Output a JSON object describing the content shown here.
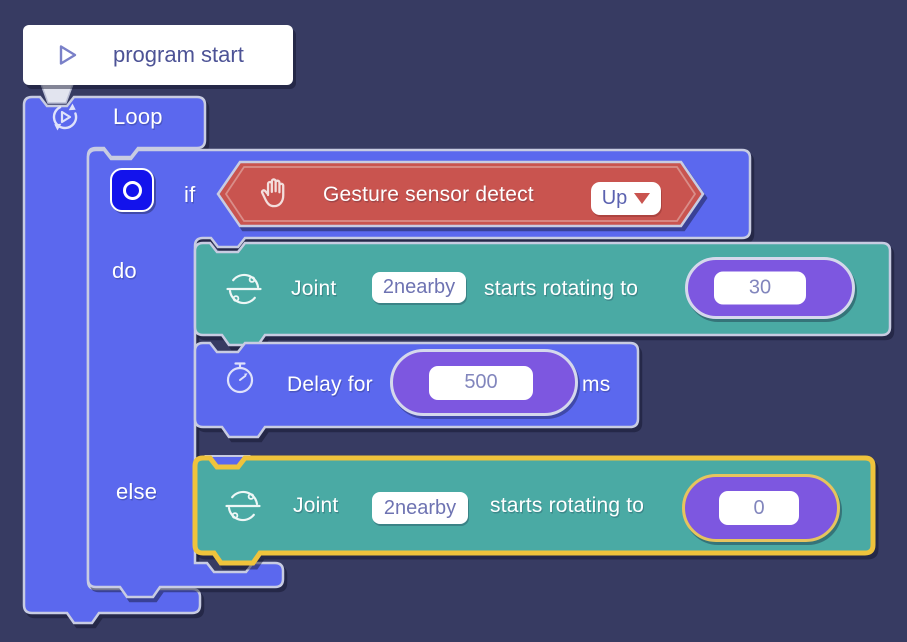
{
  "workspace": {
    "background": "#373b62"
  },
  "colors": {
    "block_blue": "#5b68ee",
    "block_teal": "#4aaaa4",
    "block_red": "#c9544f",
    "pill_purple": "#7d57e0",
    "selection_yellow": "#efc33c",
    "checkbox_blue": "#1313ec",
    "outline_silver": "#c8cce2",
    "white_field_text": "#6e73b2"
  },
  "program_start": {
    "label": "program start",
    "icon": "play-icon"
  },
  "loop": {
    "label": "Loop",
    "icon": "loop-icon"
  },
  "if_block": {
    "if_label": "if",
    "do_label": "do",
    "else_label": "else",
    "checkbox_icon": "circle-checkbox-icon"
  },
  "condition": {
    "icon": "hand-gesture-icon",
    "label": "Gesture sensor detect",
    "dropdown": {
      "value": "Up",
      "icon": "dropdown-arrow-icon"
    }
  },
  "joint_do": {
    "icon": "joint-icon",
    "label_joint": "Joint",
    "joint_id": "2nearby",
    "label_rotate": "starts rotating to",
    "angle": "30"
  },
  "delay": {
    "icon": "timer-icon",
    "label_delay": "Delay for",
    "duration": "500",
    "label_unit": "ms"
  },
  "joint_else": {
    "icon": "joint-icon",
    "label_joint": "Joint",
    "joint_id": "2nearby",
    "label_rotate": "starts rotating to",
    "angle": "0"
  }
}
